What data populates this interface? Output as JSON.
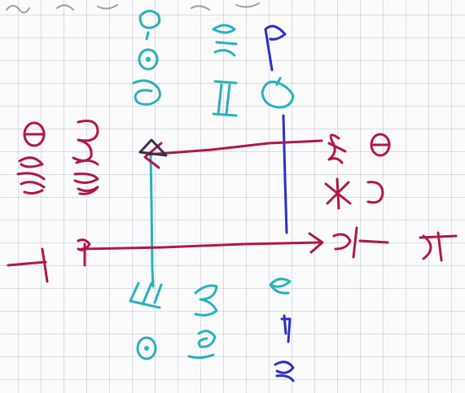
{
  "sheet": {
    "paper": "grid",
    "ink_colors": {
      "red": "#b0174a",
      "blue": "#2e2fc9",
      "cyan": "#2ab1ba",
      "dark": "#3a2d4a"
    }
  },
  "figure": {
    "description_visible_text": [],
    "lines": [
      {
        "name": "upper-horizontal-arrow",
        "color": "red",
        "direction": "left"
      },
      {
        "name": "lower-horizontal-arrow",
        "color": "red",
        "direction": "right"
      },
      {
        "name": "left-vertical-line",
        "color": "cyan"
      },
      {
        "name": "right-vertical-line",
        "color": "blue"
      }
    ]
  }
}
